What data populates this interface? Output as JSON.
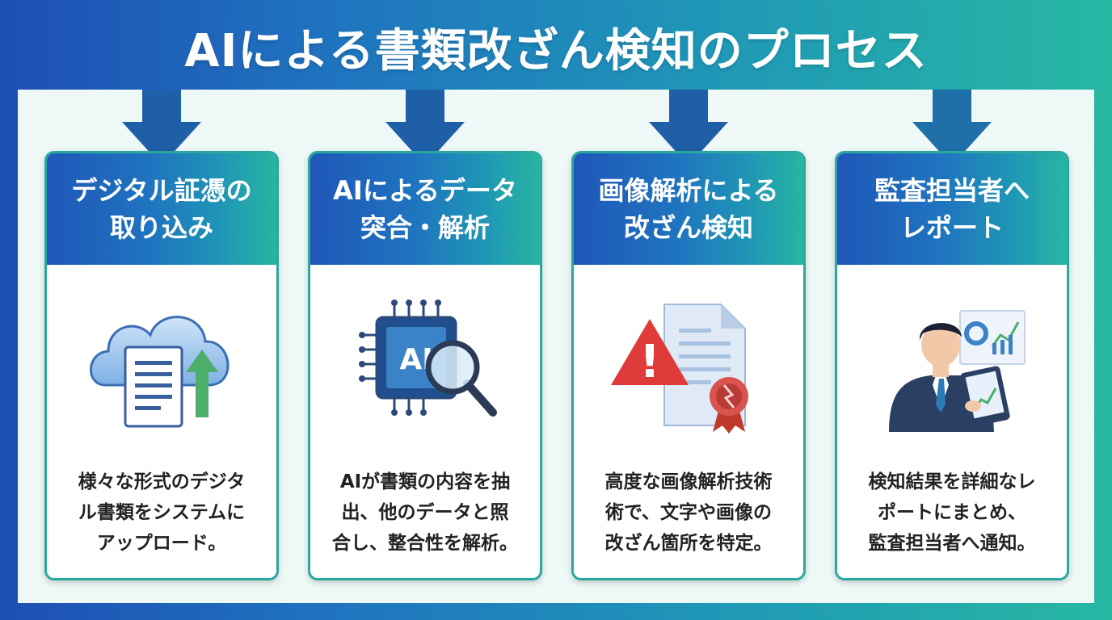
{
  "title": "AIによる書類改ざん検知のプロセス",
  "steps": [
    {
      "title_lines": [
        "デジタル証憑の",
        "取り込み"
      ],
      "desc_lines": [
        "様々な形式のデジタ",
        "ル書類をシステムに",
        "アップロード。"
      ],
      "icon": "cloud-upload-icon"
    },
    {
      "title_lines": [
        "AIによるデータ",
        "突合・解析"
      ],
      "desc_lines": [
        "AIが書類の内容を抽",
        "出、他のデータと照",
        "合し、整合性を解析。"
      ],
      "icon": "ai-chip-magnifier-icon",
      "icon_text": "AI"
    },
    {
      "title_lines": [
        "画像解析による",
        "改ざん検知"
      ],
      "desc_lines": [
        "高度な画像解析技術",
        "術で、文字や画像の",
        "改ざん箇所を特定。"
      ],
      "icon": "document-warning-icon",
      "icon_text": "!"
    },
    {
      "title_lines": [
        "監査担当者へ",
        "レポート"
      ],
      "desc_lines": [
        "検知結果を詳細なレ",
        "ポートにまとめ、",
        "監査担当者へ通知。"
      ],
      "icon": "auditor-report-icon"
    }
  ],
  "colors": {
    "background_start": "#1e4fb4",
    "background_end": "#27b8a2",
    "panel": "#eef9f7",
    "arrow": "#1f5fa8",
    "warning_red": "#e03b3b",
    "accent_green": "#4cae6a"
  }
}
